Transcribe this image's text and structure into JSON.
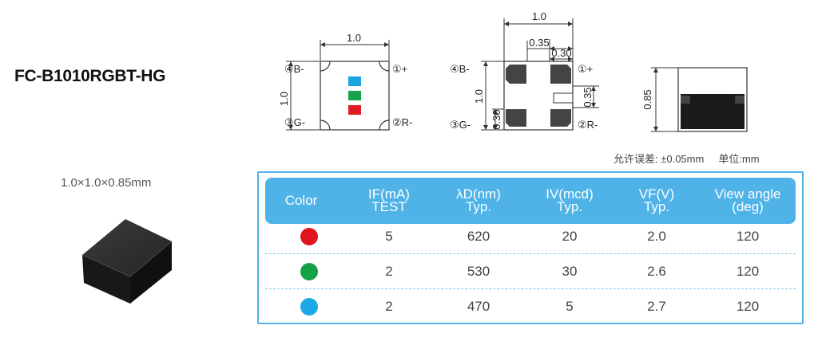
{
  "part_number": "FC-B1010RGBT-HG",
  "package_size": "1.0×1.0×0.85mm",
  "drawings": {
    "top_view": {
      "width_dim": "1.0",
      "height_dim": "1.0",
      "pins": [
        "④B-",
        "①+",
        "③G-",
        "②R-"
      ],
      "chip_colors": [
        "#1aa3e0",
        "#16a34a",
        "#e01b24"
      ]
    },
    "bottom_view": {
      "width_dim": "1.0",
      "height_dim": "1.0",
      "pad_width_dim": "0.35",
      "pad_gap_dim": "0.30",
      "pad_height_dim": "0.35",
      "pad_bottom_dim": "0.30",
      "pins": [
        "④B-",
        "①+",
        "③G-",
        "②R-"
      ]
    },
    "side_view": {
      "height_dim": "0.85"
    }
  },
  "tolerance": {
    "text": "允许误差: ±0.05mm",
    "unit": "单位:mm"
  },
  "table": {
    "headers": [
      {
        "line1": "Color",
        "line2": ""
      },
      {
        "line1": "IF(mA)",
        "line2": "TEST"
      },
      {
        "line1": "λD(nm)",
        "line2": "Typ."
      },
      {
        "line1": "IV(mcd)",
        "line2": "Typ."
      },
      {
        "line1": "VF(V)",
        "line2": "Typ."
      },
      {
        "line1": "View angle",
        "line2": "(deg)"
      }
    ],
    "rows": [
      {
        "color": "#e0141e",
        "if": "5",
        "wavelength": "620",
        "iv": "20",
        "vf": "2.0",
        "angle": "120"
      },
      {
        "color": "#15a145",
        "if": "2",
        "wavelength": "530",
        "iv": "30",
        "vf": "2.6",
        "angle": "120"
      },
      {
        "color": "#1ba8e6",
        "if": "2",
        "wavelength": "470",
        "iv": "5",
        "vf": "2.7",
        "angle": "120"
      }
    ]
  }
}
